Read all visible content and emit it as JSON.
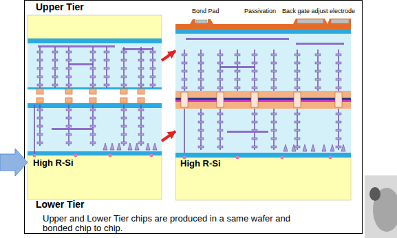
{
  "diagram": {
    "caption": "Upper and Lower Tier chips are produced in a same wafer and bonded chip to chip.",
    "nodes": [
      {
        "text": [
          "Upper Tier"
        ]
      },
      {
        "text": [
          "High R-Si",
          "Lower Tier"
        ]
      },
      {
        "text": [
          "High R-Si"
        ]
      }
    ],
    "edges": [
      {
        "from": 0,
        "to": 2,
        "arrow": "to"
      },
      {
        "from": 1,
        "to": 2,
        "arrow": "to"
      }
    ],
    "labels": [
      "Bond Pad",
      "Passivation",
      "Back gate adjust electrode"
    ]
  }
}
